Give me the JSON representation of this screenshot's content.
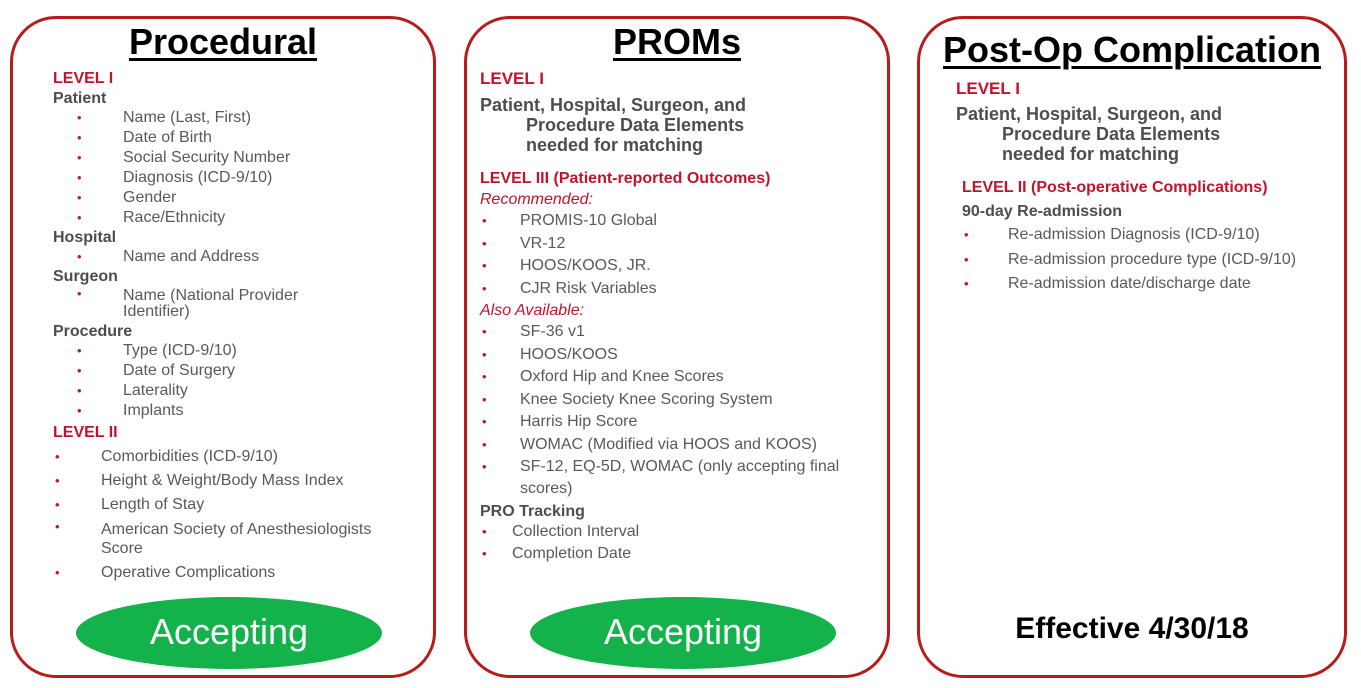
{
  "procedural": {
    "title": "Procedural",
    "level1": "LEVEL I",
    "patient_head": "Patient",
    "patient_items": [
      "Name (Last, First)",
      "Date of Birth",
      "Social Security Number",
      "Diagnosis (ICD-9/10)",
      "Gender",
      "Race/Ethnicity"
    ],
    "hospital_head": "Hospital",
    "hospital_items": [
      "Name and Address"
    ],
    "surgeon_head": "Surgeon",
    "surgeon_items": [
      "Name (National Provider Identifier)"
    ],
    "procedure_head": "Procedure",
    "procedure_items": [
      "Type (ICD-9/10)",
      "Date of Surgery",
      "Laterality",
      "Implants"
    ],
    "level2": "LEVEL II",
    "level2_items": [
      "Comorbidities (ICD-9/10)",
      "Height & Weight/Body Mass Index",
      "Length of Stay",
      "American Society of Anesthesiologists Score",
      "Operative Complications"
    ],
    "button": "Accepting"
  },
  "proms": {
    "title": "PROMs",
    "level1": "LEVEL I",
    "level1_line1": "Patient, Hospital, Surgeon, and",
    "level1_line2": "Procedure Data Elements",
    "level1_line3": "needed for matching",
    "level3": "LEVEL III (Patient-reported Outcomes)",
    "recommended_head": "Recommended:",
    "recommended_items": [
      "PROMIS-10 Global",
      "VR-12",
      "HOOS/KOOS, JR.",
      "CJR Risk Variables"
    ],
    "also_head": "Also Available:",
    "also_items": [
      "SF-36 v1",
      "HOOS/KOOS",
      "Oxford Hip and Knee Scores",
      "Knee Society Knee Scoring System",
      "Harris Hip Score",
      "WOMAC (Modified via HOOS and KOOS)",
      "SF-12, EQ-5D, WOMAC (only accepting final scores)"
    ],
    "tracking_head": "PRO Tracking",
    "tracking_items": [
      "Collection Interval",
      "Completion Date"
    ],
    "button": "Accepting"
  },
  "postop": {
    "title": "Post-Op Complication",
    "level1": "LEVEL I",
    "level1_line1": "Patient, Hospital, Surgeon, and",
    "level1_line2": "Procedure Data Elements",
    "level1_line3": "needed for matching",
    "level2": "LEVEL II (Post-operative Complications)",
    "readmit_head": "90-day Re-admission",
    "readmit_items": [
      "Re-admission Diagnosis (ICD-9/10)",
      "Re-admission procedure type (ICD-9/10)",
      "Re-admission date/discharge date"
    ],
    "effective": "Effective 4/30/18"
  },
  "colors": {
    "border": "#b71c1c",
    "level_red": "#c0142b",
    "accept_green": "#13b24a"
  }
}
